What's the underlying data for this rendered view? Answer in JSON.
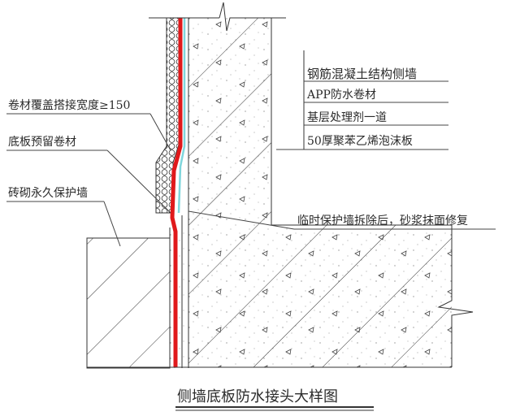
{
  "title": "侧墙底板防水接头大样图",
  "labels": {
    "right_stack": [
      "钢筋混凝土结构侧墙",
      "APP防水卷材",
      "基层处理剂一道",
      "50厚聚苯乙烯泡沫板"
    ],
    "overlap_width": "卷材覆盖搭接宽度≥150",
    "reserved_membrane": "底板预留卷材",
    "brick_wall": "砖砌永久保护墙",
    "temp_wall_note": "临时保护墙拆除后，砂浆抹面修复"
  },
  "colors": {
    "membrane": "#e0191b",
    "primer": "#7fd6dc",
    "line": "#333333",
    "text": "#2b2b2b"
  }
}
